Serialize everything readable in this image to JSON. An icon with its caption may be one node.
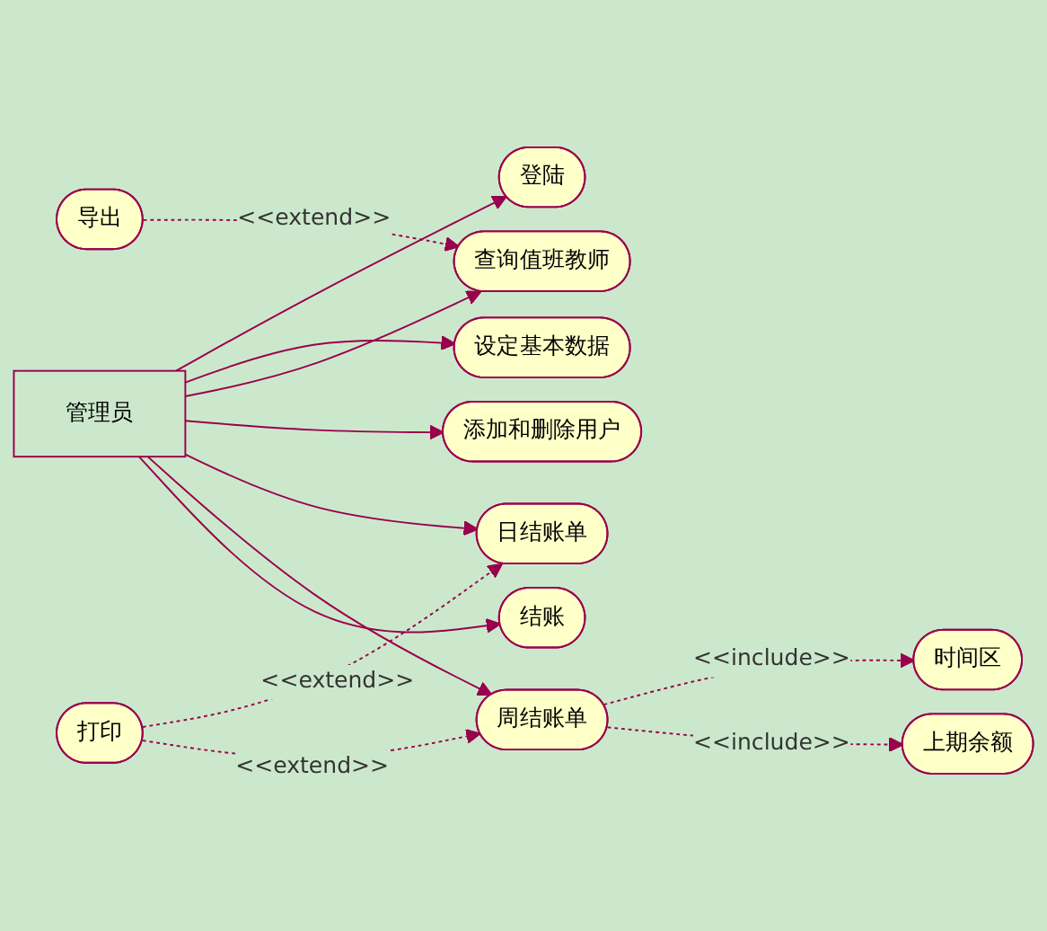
{
  "diagram": {
    "nodes": [
      {
        "text": [
          "管理员"
        ]
      },
      {
        "text": [
          "登陆"
        ]
      },
      {
        "text": [
          "设定基本数据"
        ]
      },
      {
        "text": [
          "查询值班教师"
        ]
      },
      {
        "text": [
          "导出"
        ]
      },
      {
        "text": [
          "添加和删除用户"
        ]
      },
      {
        "text": [
          "日结账单"
        ]
      },
      {
        "text": [
          "打印"
        ]
      },
      {
        "text": [
          "周结账单"
        ]
      },
      {
        "text": [
          "时间区"
        ]
      },
      {
        "text": [
          "上期余额"
        ]
      },
      {
        "text": [
          "结账"
        ]
      }
    ],
    "edges": [
      {
        "from": 0,
        "to": 1,
        "arrow": "to"
      },
      {
        "from": 0,
        "to": 2,
        "arrow": "to"
      },
      {
        "from": 0,
        "to": 3,
        "arrow": "to"
      },
      {
        "from": 0,
        "to": 5,
        "arrow": "to"
      },
      {
        "from": 0,
        "to": 6,
        "arrow": "to"
      },
      {
        "from": 0,
        "to": 8,
        "arrow": "to"
      },
      {
        "from": 0,
        "to": 11,
        "arrow": "to"
      },
      {
        "from": 4,
        "to": 3,
        "arrow": "to",
        "label": "<<extend>>",
        "style": "dashed"
      },
      {
        "from": 7,
        "to": 6,
        "arrow": "to",
        "label": "<<extend>>",
        "style": "dashed"
      },
      {
        "from": 7,
        "to": 8,
        "arrow": "to",
        "label": "<<extend>>",
        "style": "dashed"
      },
      {
        "from": 8,
        "to": 9,
        "arrow": "to",
        "label": "<<include>>",
        "style": "dashed"
      },
      {
        "from": 8,
        "to": 10,
        "arrow": "to",
        "label": "<<include>>",
        "style": "dashed"
      }
    ]
  }
}
